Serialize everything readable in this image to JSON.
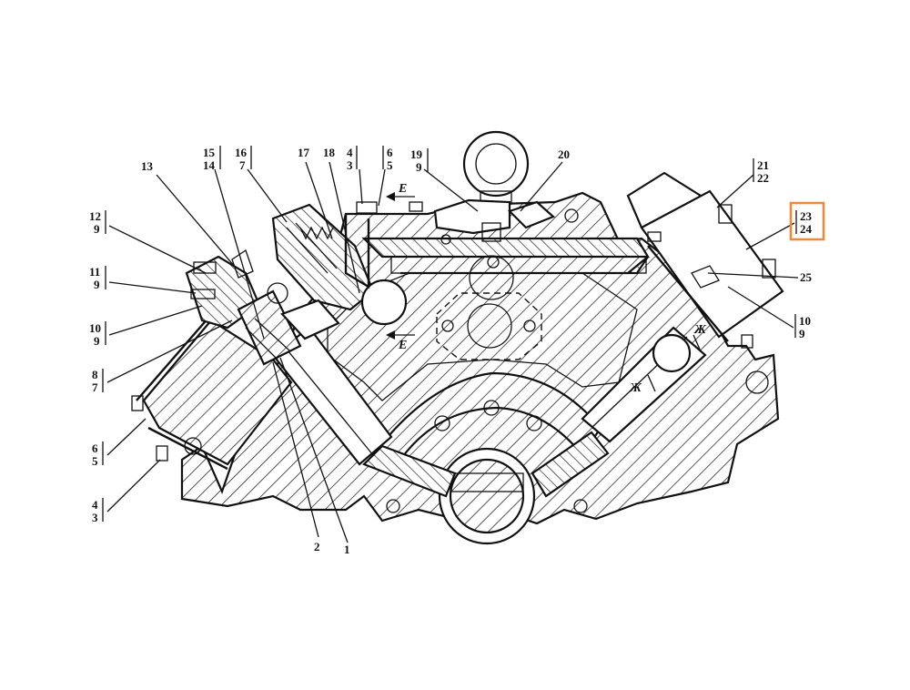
{
  "colors": {
    "ink": "#111111",
    "highlight": "#ec8a3a",
    "background": "#ffffff"
  },
  "callouts": {
    "c1": "1",
    "c2": "2",
    "c3_4": [
      "4",
      "3"
    ],
    "c5_6": [
      "6",
      "5"
    ],
    "c7_8": [
      "8",
      "7"
    ],
    "c9_10": [
      "10",
      "9"
    ],
    "c9_11": [
      "11",
      "9"
    ],
    "c9_12": [
      "12",
      "9"
    ],
    "c13": "13",
    "c14_15": [
      "15",
      "14"
    ],
    "c7_16": [
      "16",
      "7"
    ],
    "c17": "17",
    "c18": "18",
    "c3_4_top": [
      "4",
      "3"
    ],
    "c5_6_top": [
      "6",
      "5"
    ],
    "c9_19": [
      "19",
      "9"
    ],
    "c20": "20",
    "c21_22": [
      "21",
      "22"
    ],
    "c23_24": [
      "23",
      "24"
    ],
    "c25": "25",
    "c9_10_right": [
      "10",
      "9"
    ]
  },
  "section_marks": {
    "e_top": "E",
    "e_mid": "E",
    "zh_upper": "Ж",
    "zh_lower": "Ж"
  }
}
